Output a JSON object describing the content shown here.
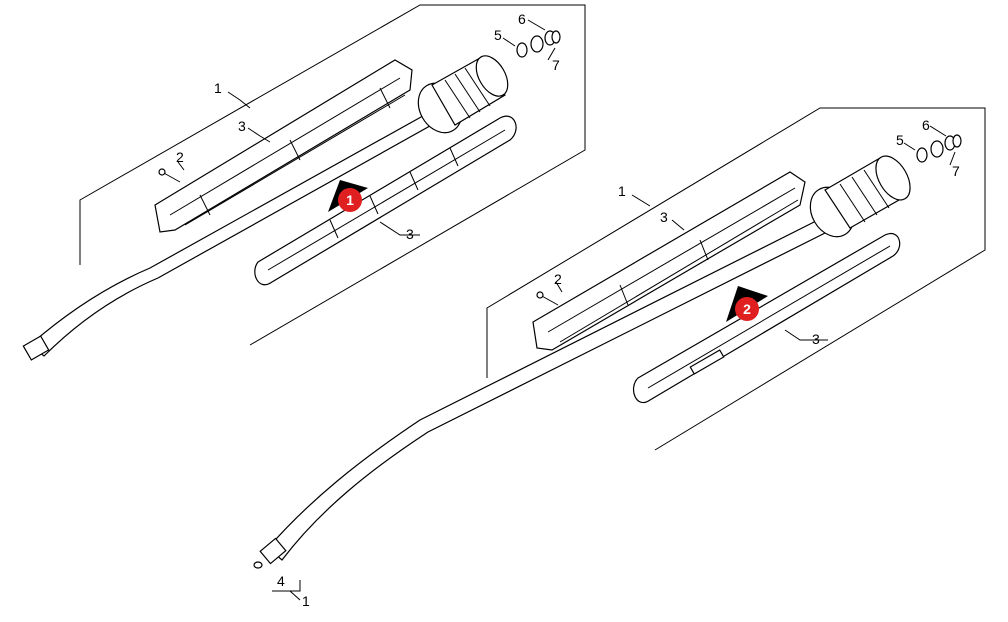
{
  "assembly_1": {
    "labels": {
      "l1": "1",
      "l2": "2",
      "l3a": "3",
      "l3b": "3",
      "l5": "5",
      "l6": "6",
      "l7": "7"
    },
    "badge": "1"
  },
  "assembly_2": {
    "labels": {
      "l1": "1",
      "l2": "2",
      "l3a": "3",
      "l3b": "3",
      "l4": "4",
      "l1b": "1",
      "l5": "5",
      "l6": "6",
      "l7": "7"
    },
    "badge": "2"
  },
  "colors": {
    "badge": "#e02020",
    "line": "#000000"
  }
}
